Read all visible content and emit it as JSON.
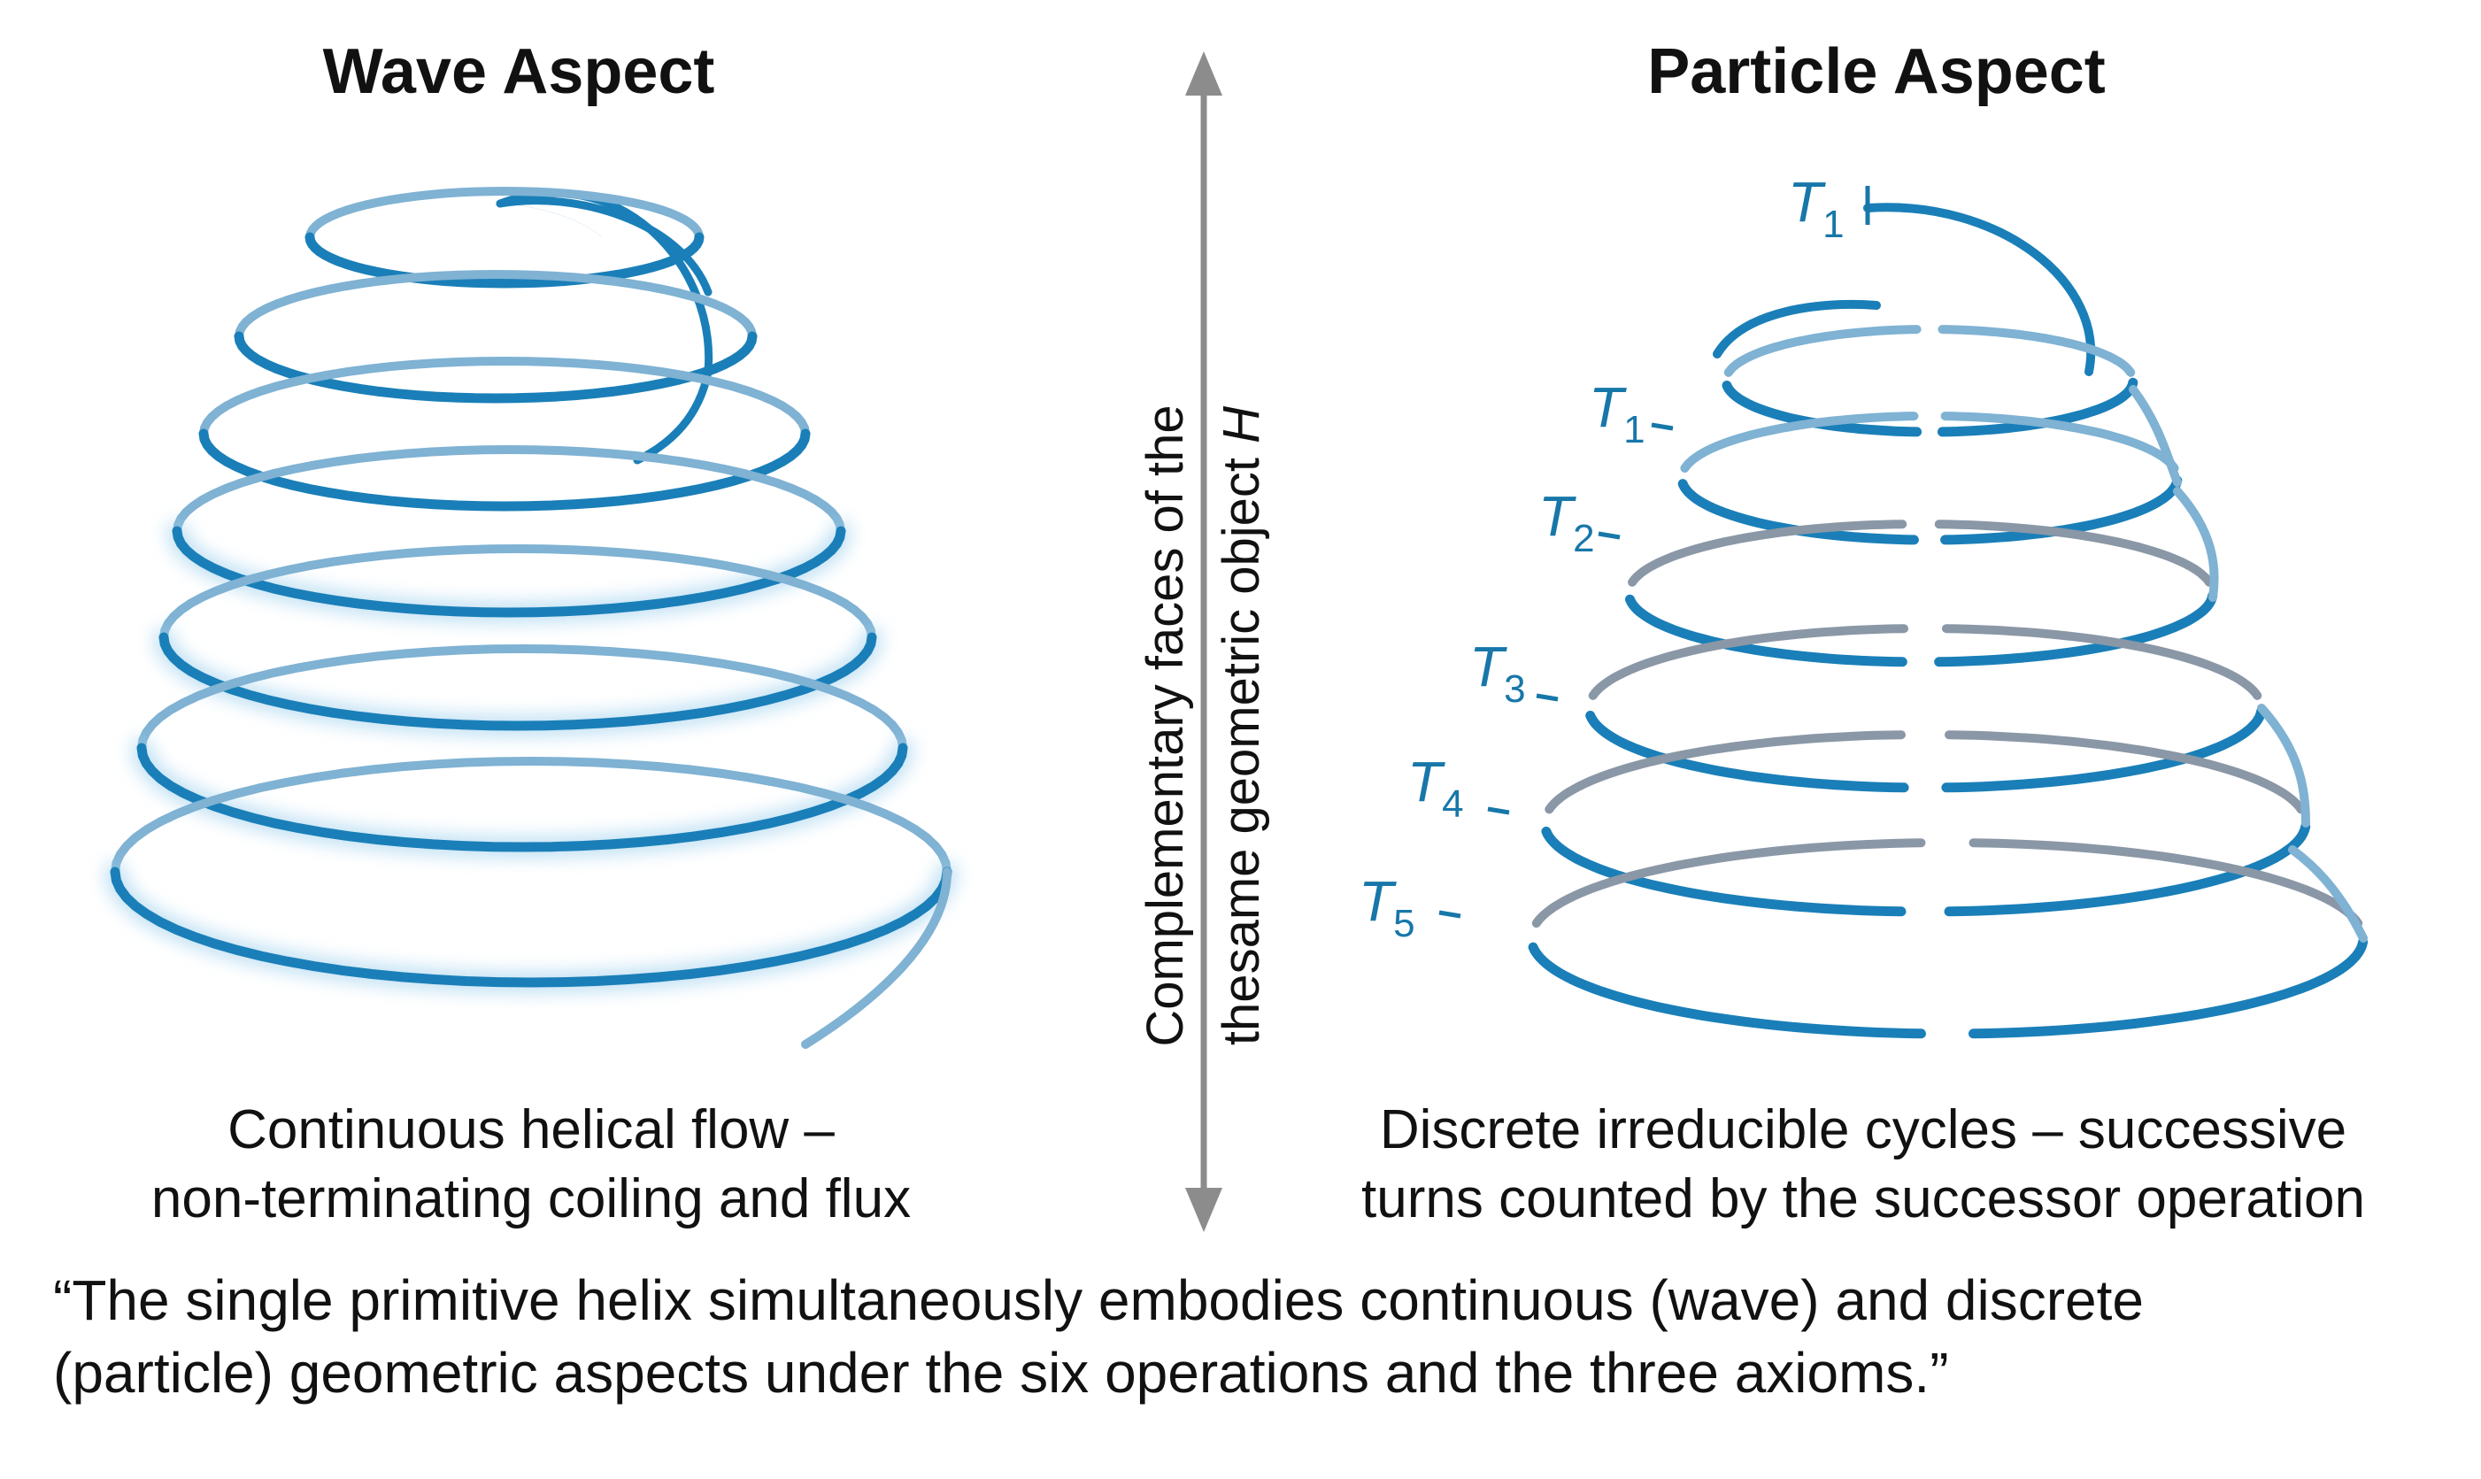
{
  "wave": {
    "title": "Wave Aspect",
    "caption_line1": "Continuous helical flow –",
    "caption_line2": "non-terminating coiling and flux"
  },
  "particle": {
    "title": "Particle Aspect",
    "caption_line1": "Discrete irreducible cycles – successive",
    "caption_line2": "turns counted by the successor operation",
    "turn_labels": [
      {
        "letter": "T",
        "sub": "1"
      },
      {
        "letter": "T",
        "sub": "1"
      },
      {
        "letter": "T",
        "sub": "2"
      },
      {
        "letter": "T",
        "sub": "3"
      },
      {
        "letter": "T",
        "sub": "4"
      },
      {
        "letter": "T",
        "sub": "5"
      }
    ]
  },
  "divider": {
    "line1": "Complementary faces of the",
    "line2_prefix": "thesame geometric object ",
    "line2_symbol": "H"
  },
  "quote": {
    "line1": "“The single primitive helix simultaneously embodies continuous (wave) and discrete",
    "line2": "(particle) geometric aspects under the six operations and the three axioms.”"
  },
  "colors": {
    "helix_blue": "#1a7fb8",
    "helix_back": "#7fb2d3",
    "grey_back": "#8a97a6",
    "arrow_grey": "#8c8c8c"
  }
}
